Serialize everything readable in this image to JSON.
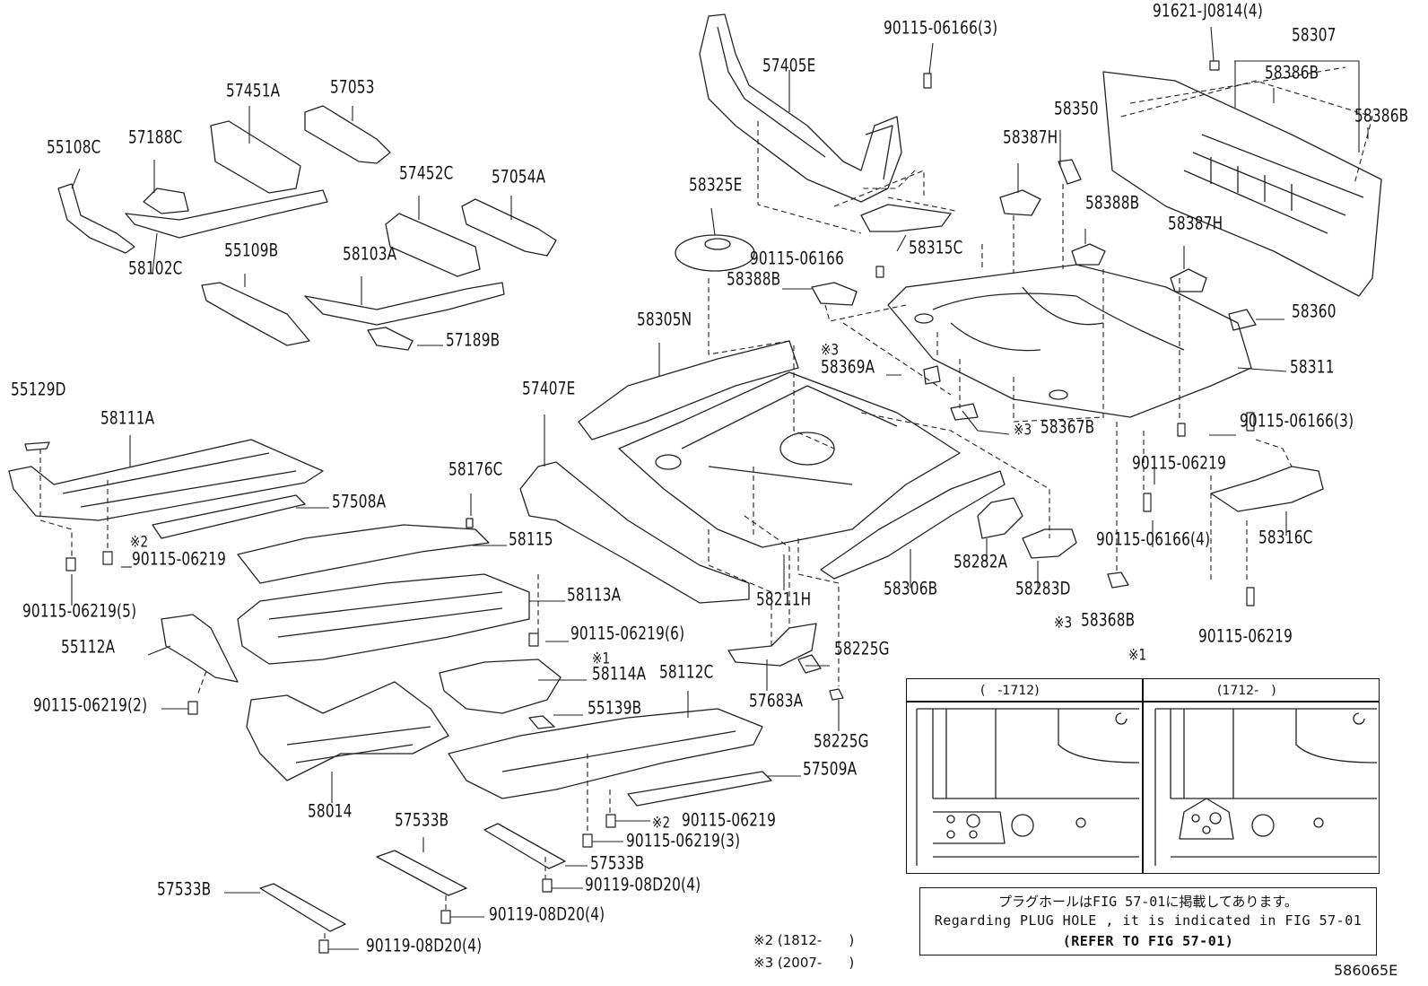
{
  "diagram_id": "586065E",
  "labels": {
    "p57405E": "57405E",
    "p90115_06166_3a": "90115-06166(3)",
    "p91621": "91621-J0814(4)",
    "p58307": "58307",
    "p58386B_a": "58386B",
    "p58386B_b": "58386B",
    "p57451A": "57451A",
    "p57053": "57053",
    "p55108C": "55108C",
    "p57188C": "57188C",
    "p57452C": "57452C",
    "p57054A": "57054A",
    "p58350": "58350",
    "p58387H_a": "58387H",
    "p58325E": "58325E",
    "p58388B_a": "58388B",
    "p58102C": "58102C",
    "p55109B": "55109B",
    "p58103A": "58103A",
    "p90115_06166": "90115-06166",
    "p58315C": "58315C",
    "p58387H_b": "58387H",
    "p58388B_b": "58388B",
    "p58360": "58360",
    "p57189B": "57189B",
    "p58305N": "58305N",
    "p58369A": "58369A",
    "p58311": "58311",
    "p55129D": "55129D",
    "p58111A": "58111A",
    "p57407E": "57407E",
    "p58367B": "58367B",
    "p90115_06166_3b": "90115-06166(3)",
    "p58176C": "58176C",
    "p57508A": "57508A",
    "p90115_06219_a": "90115-06219",
    "p58115": "58115",
    "p90115_06219_b": "90115-06219",
    "p90115_06166_4": "90115-06166(4)",
    "p58316C": "58316C",
    "p58282A": "58282A",
    "p58306B": "58306B",
    "p58283D": "58283D",
    "p58113A": "58113A",
    "p58211H": "58211H",
    "p90115_06219_5": "90115-06219(5)",
    "p58368B": "58368B",
    "p55112A": "55112A",
    "p90115_06219_6": "90115-06219(6)",
    "p90115_06219_c": "90115-06219",
    "p58114A": "58114A",
    "p58225G_a": "58225G",
    "p58112C": "58112C",
    "p90115_06219_2": "90115-06219(2)",
    "p55139B": "55139B",
    "p57683A": "57683A",
    "p58225G_b": "58225G",
    "p57509A": "57509A",
    "p58014": "58014",
    "p57533B_a": "57533B",
    "p90115_06219_d": "90115-06219",
    "p90115_06219_3": "90115-06219(3)",
    "p57533B_b": "57533B",
    "p57533B_c": "57533B",
    "p90119_08D20_a": "90119-08D20(4)",
    "p90119_08D20_b": "90119-08D20(4)",
    "p90119_08D20_c": "90119-08D20(4)"
  },
  "marks": {
    "x1": "※1",
    "x2": "※2",
    "x3": "※3"
  },
  "inset": {
    "mark": "※1",
    "left_header": "(　-1712)",
    "right_header": "(1712-　)"
  },
  "note_box": {
    "line1": "プラグホールはFIG 57-01に掲載してあります。",
    "line2": "Regarding PLUG HOLE , it is indicated in FIG 57-01",
    "line3": "(REFER TO FIG 57-01)"
  },
  "footnotes": {
    "f2": "※2 (1812-　　)",
    "f3": "※3 (2007-　　)"
  }
}
